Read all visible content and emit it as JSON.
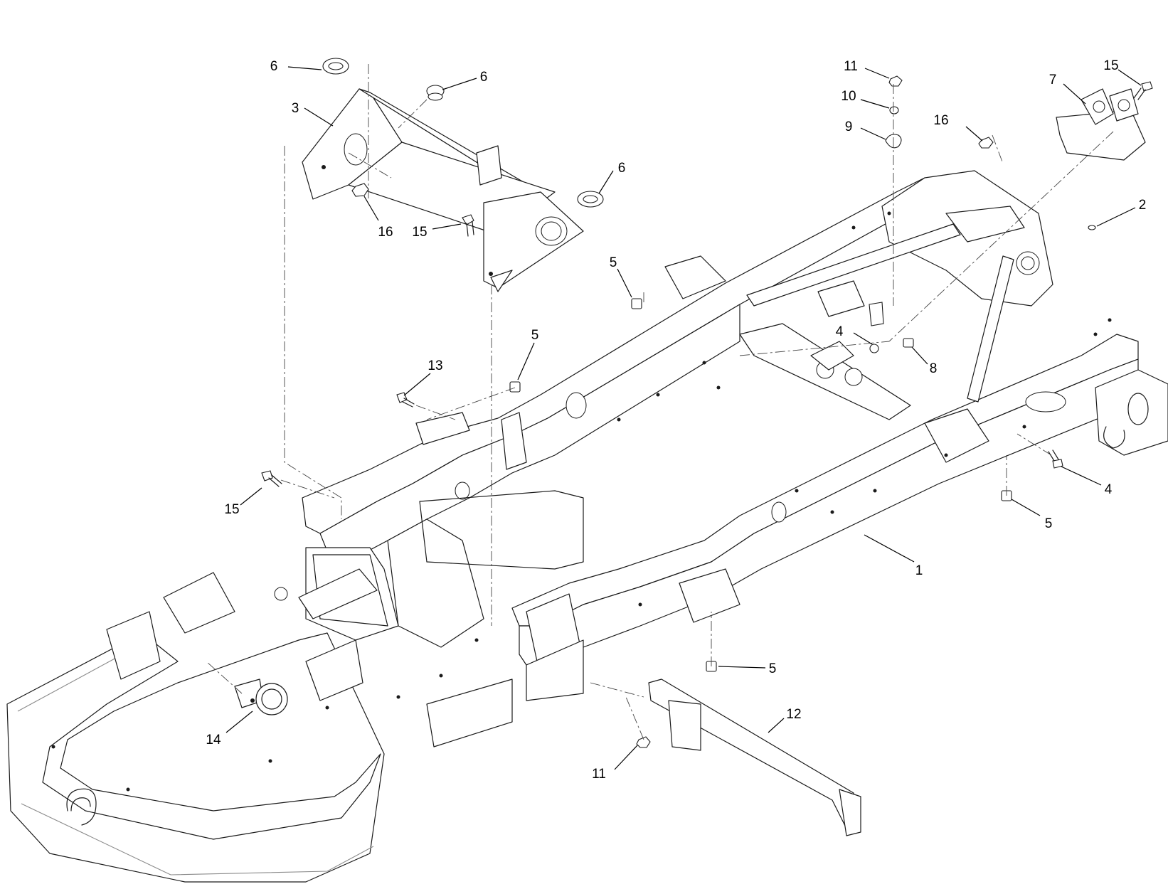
{
  "figure": {
    "kind": "exploded parts diagram",
    "line_color": "#1a1a1a",
    "background": "#ffffff"
  },
  "callouts": [
    {
      "id": "c-6a",
      "label": "6"
    },
    {
      "id": "c-6b",
      "label": "6"
    },
    {
      "id": "c-3",
      "label": "3"
    },
    {
      "id": "c-6c",
      "label": "6"
    },
    {
      "id": "c-16a",
      "label": "16"
    },
    {
      "id": "c-15a",
      "label": "15"
    },
    {
      "id": "c-5a",
      "label": "5"
    },
    {
      "id": "c-5b",
      "label": "5"
    },
    {
      "id": "c-13",
      "label": "13"
    },
    {
      "id": "c-15b",
      "label": "15"
    },
    {
      "id": "c-11a",
      "label": "11"
    },
    {
      "id": "c-10",
      "label": "10"
    },
    {
      "id": "c-9",
      "label": "9"
    },
    {
      "id": "c-16b",
      "label": "16"
    },
    {
      "id": "c-7",
      "label": "7"
    },
    {
      "id": "c-15c",
      "label": "15"
    },
    {
      "id": "c-2",
      "label": "2"
    },
    {
      "id": "c-4a",
      "label": "4"
    },
    {
      "id": "c-8",
      "label": "8"
    },
    {
      "id": "c-4b",
      "label": "4"
    },
    {
      "id": "c-5c",
      "label": "5"
    },
    {
      "id": "c-1",
      "label": "1"
    },
    {
      "id": "c-5d",
      "label": "5"
    },
    {
      "id": "c-12",
      "label": "12"
    },
    {
      "id": "c-11b",
      "label": "11"
    },
    {
      "id": "c-14",
      "label": "14"
    }
  ]
}
